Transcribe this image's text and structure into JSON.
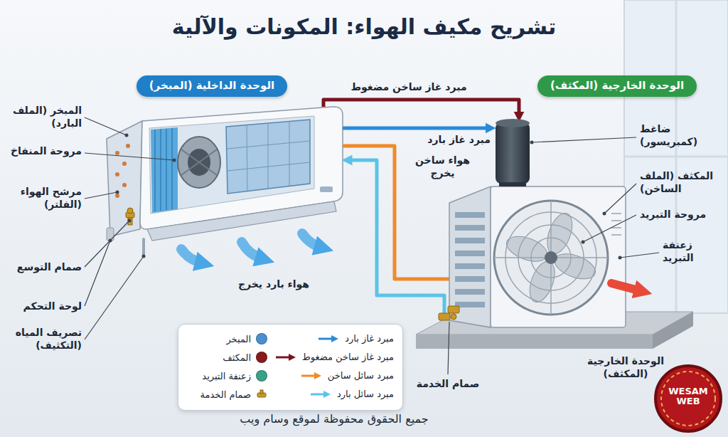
{
  "diagram": {
    "title": "تشريح مكيف الهواء: المكونات والآلية",
    "caption": "جميع الحقوق محفوظة لموقع وسام ويب",
    "nodes": [
      {
        "text": [
          "الوحدة الداخلية (المبخر)"
        ]
      },
      {
        "text": [
          "الوحدة الخارجية (المكثف)"
        ]
      }
    ],
    "labels": [
      "المبخر (الملف البارد)",
      "مروحة المنفاخ",
      "مرشح الهواء (الفلتر)",
      "صمام التوسع",
      "لوحة التحكم",
      "تصريف المياه (التكثيف)",
      "هواء بارد يخرج",
      "مبرد غاز ساخن مضغوط",
      "مبرد غاز بارد",
      "هواء ساخن يخرج",
      "ضاغط (كمبريسور)",
      "المكثف (الملف الساخن)",
      "مروحة التبريد",
      "زعنفة التبريد",
      "صمام الخدمة",
      "الوحدة الخارجية (المكثف)",
      "WESAM WEB"
    ],
    "legend": [
      {
        "text": "مبرد غاز بارد"
      },
      {
        "text": "مبرد غاز ساخن مضغوط"
      },
      {
        "text": "مبرد سائل ساخن"
      },
      {
        "text": "مبرد سائل بارد"
      },
      {
        "text": "المبخر",
        "color": "#4a90d0"
      },
      {
        "text": "المكثف",
        "color": "#8b1a1a"
      },
      {
        "text": "زعنفة التبريد",
        "color": "#3aa08a"
      },
      {
        "text": "صمام الخدمة"
      }
    ]
  }
}
